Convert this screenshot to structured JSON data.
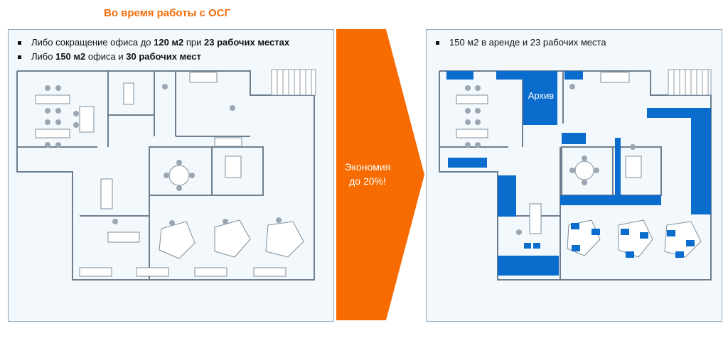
{
  "title": "Во время работы с ОСГ",
  "left": {
    "bullets": [
      {
        "prefix": "Либо сокращение офиса до ",
        "b1": "120 м2",
        "mid": " при ",
        "b2": "23 рабочих местах"
      },
      {
        "prefix": "Либо ",
        "b1": "150 м2",
        "mid": " офиса и ",
        "b2": "30 рабочих мест"
      }
    ]
  },
  "arrow": {
    "line1": "Экономия",
    "line2": "до 20%!",
    "color": "#f76b00"
  },
  "right": {
    "bullet": "150 м2 в аренде и 23 рабочих места",
    "archive_label": "Архив",
    "highlight_color": "#0a6ccd"
  }
}
